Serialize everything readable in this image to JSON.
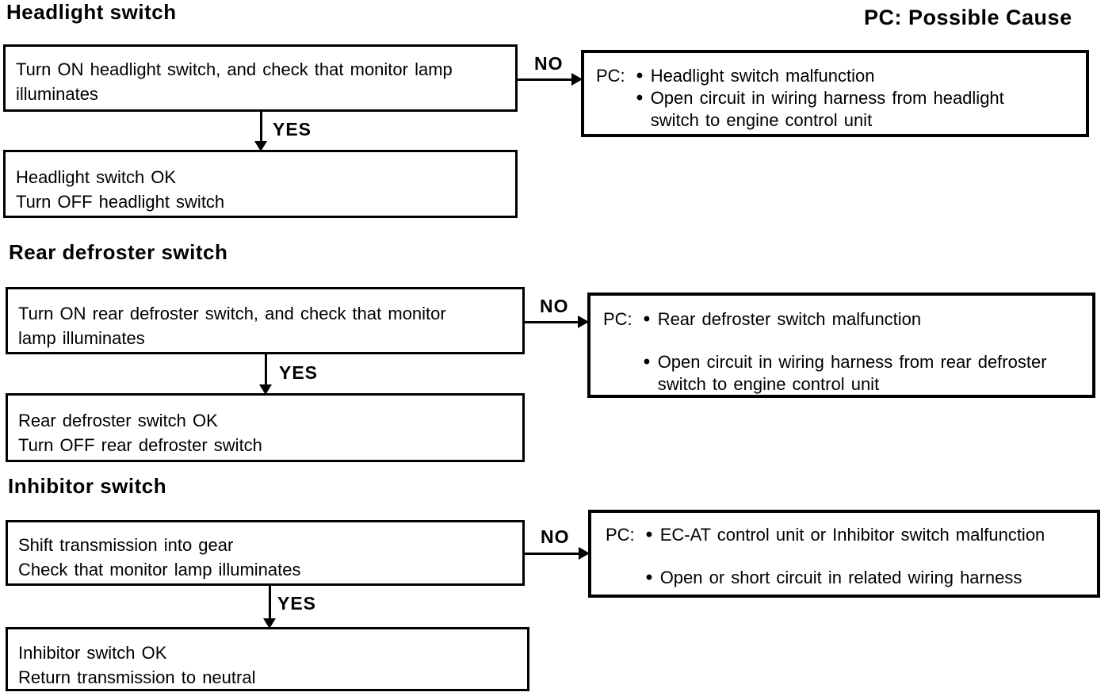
{
  "legend": "PC: Possible Cause",
  "labels": {
    "no": "NO",
    "yes": "YES",
    "pc_prefix": "PC:"
  },
  "sections": [
    {
      "heading": "Headlight switch",
      "test_lines": [
        "Turn ON headlight switch, and check that monitor lamp",
        "illuminates"
      ],
      "pc_items": [
        "Headlight switch malfunction",
        "Open circuit in wiring harness from headlight switch to engine control unit"
      ],
      "ok_lines": [
        "Headlight switch OK",
        "Turn OFF headlight switch"
      ]
    },
    {
      "heading": "Rear defroster switch",
      "test_lines": [
        "Turn ON rear defroster switch, and check that monitor",
        "lamp illuminates"
      ],
      "pc_items": [
        "Rear defroster switch malfunction",
        "Open circuit in wiring harness from rear defroster switch to engine control unit"
      ],
      "ok_lines": [
        "Rear defroster switch OK",
        "Turn OFF rear defroster switch"
      ]
    },
    {
      "heading": "Inhibitor switch",
      "test_lines": [
        "Shift transmission into gear",
        "Check that monitor lamp illuminates"
      ],
      "pc_items": [
        "EC-AT control unit or Inhibitor switch malfunction",
        "Open or short circuit in related wiring harness"
      ],
      "ok_lines": [
        "Inhibitor switch OK",
        "Return transmission to neutral"
      ]
    }
  ]
}
